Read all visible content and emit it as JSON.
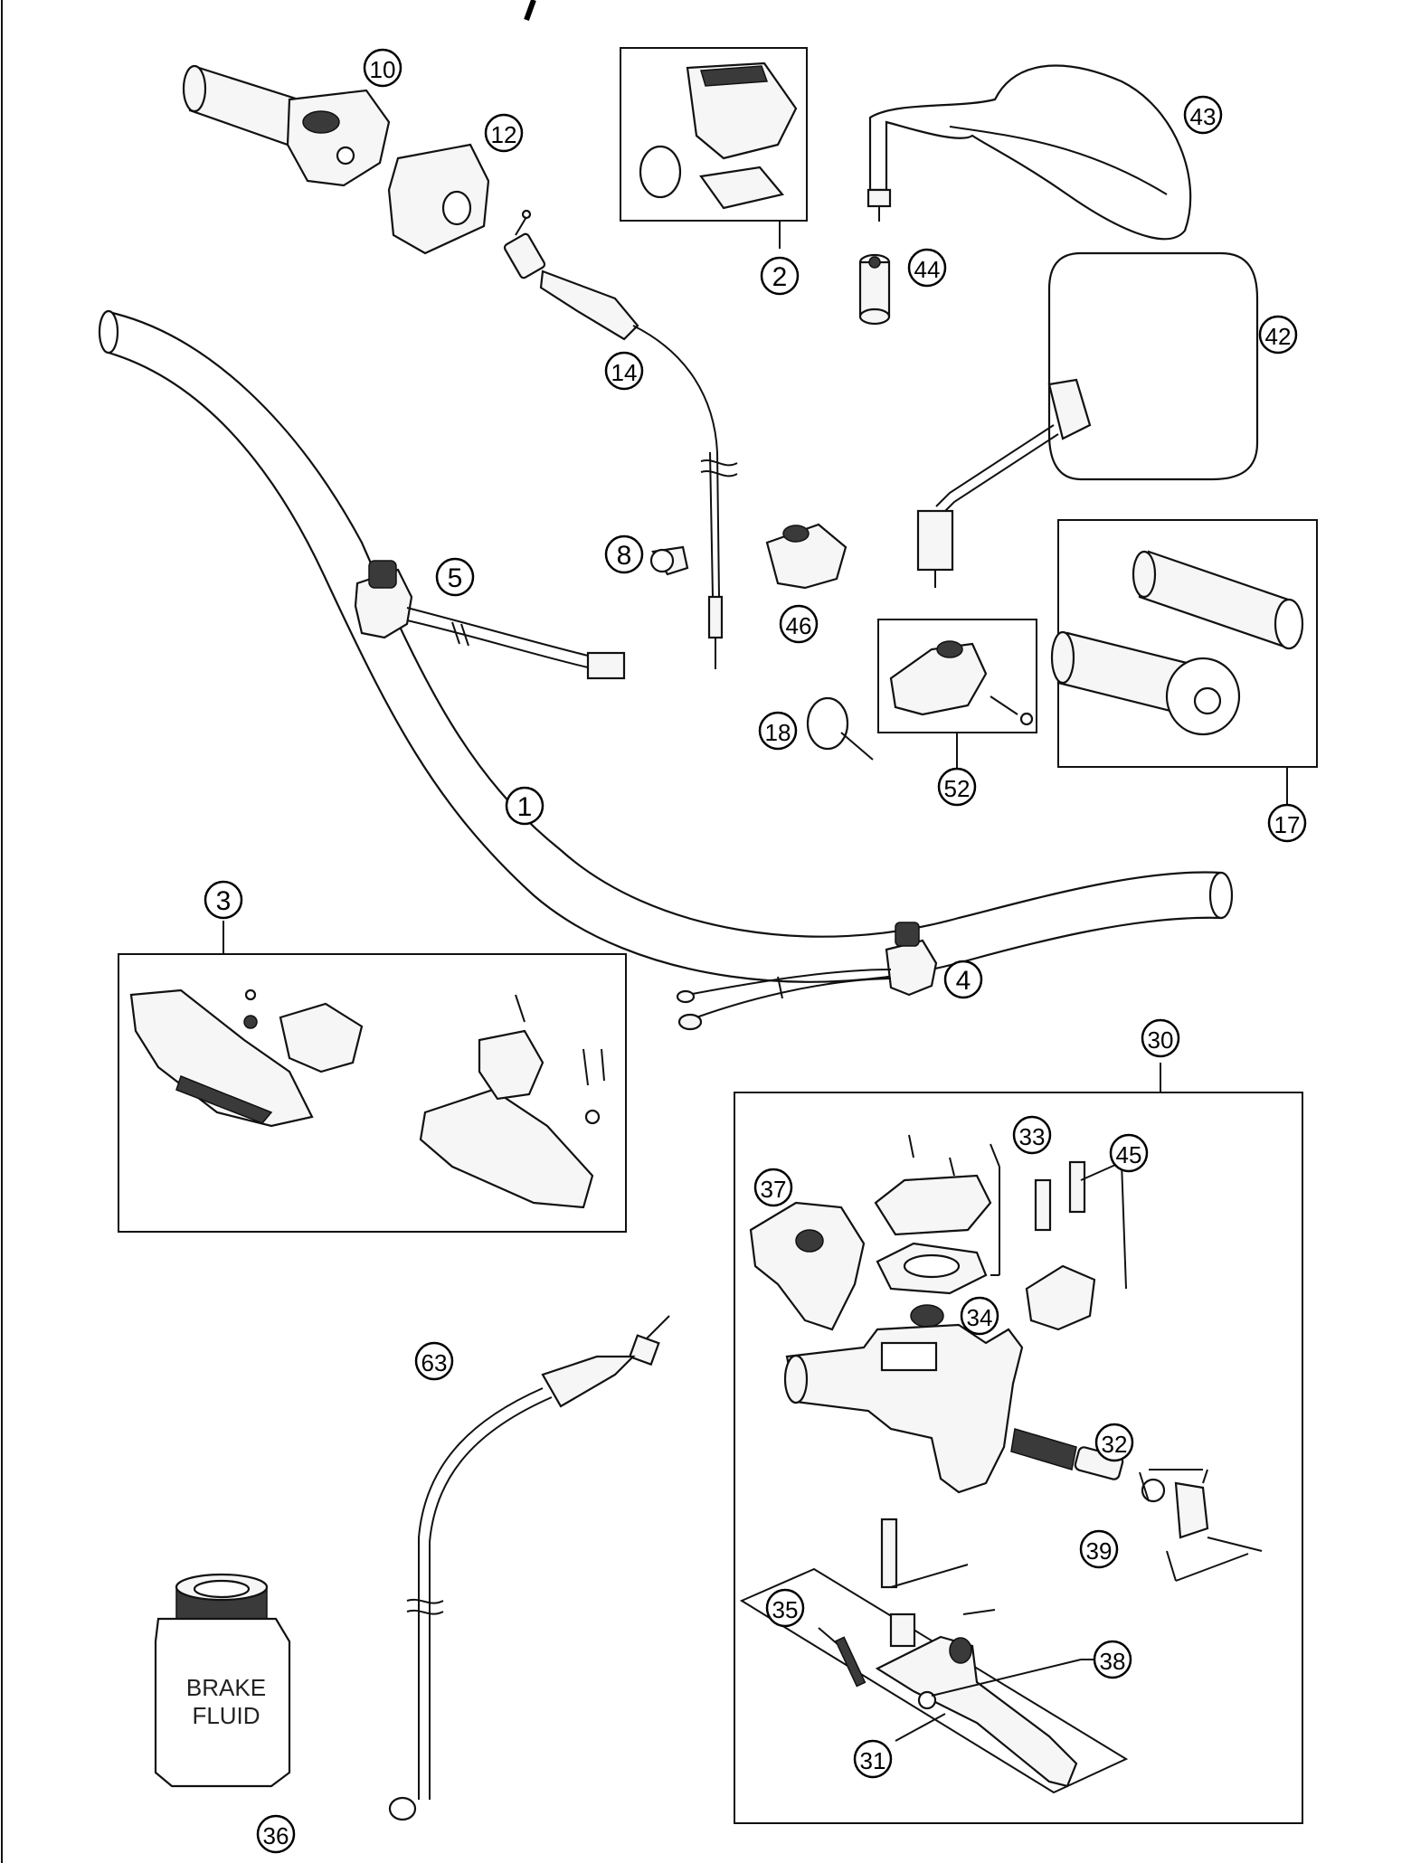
{
  "callouts": [
    {
      "id": "handlebar",
      "number": "1"
    },
    {
      "id": "switch-kit",
      "number": "2"
    },
    {
      "id": "handguard-kit",
      "number": "3"
    },
    {
      "id": "switch-lower",
      "number": "4"
    },
    {
      "id": "switch-upper",
      "number": "5"
    },
    {
      "id": "clip",
      "number": "8"
    },
    {
      "id": "throttle-grip",
      "number": "10"
    },
    {
      "id": "throttle-cover",
      "number": "12"
    },
    {
      "id": "throttle-cable",
      "number": "14"
    },
    {
      "id": "grip-set",
      "number": "17"
    },
    {
      "id": "cable-tie",
      "number": "18"
    },
    {
      "id": "master-cylinder",
      "number": "30"
    },
    {
      "id": "brake-lever",
      "number": "31"
    },
    {
      "id": "piston-kit",
      "number": "32"
    },
    {
      "id": "reservoir-cover",
      "number": "33"
    },
    {
      "id": "sight-glass",
      "number": "34"
    },
    {
      "id": "lever-pin",
      "number": "35"
    },
    {
      "id": "brake-fluid",
      "number": "36"
    },
    {
      "id": "cylinder-cover",
      "number": "37"
    },
    {
      "id": "lever-bushing",
      "number": "38"
    },
    {
      "id": "boot",
      "number": "39"
    },
    {
      "id": "mirror-right",
      "number": "42"
    },
    {
      "id": "mirror-left",
      "number": "43"
    },
    {
      "id": "mirror-adapter",
      "number": "44"
    },
    {
      "id": "clamp-screws",
      "number": "45"
    },
    {
      "id": "clamp",
      "number": "46"
    },
    {
      "id": "clamp-kit",
      "number": "52"
    },
    {
      "id": "brake-line",
      "number": "63"
    }
  ],
  "bottle": {
    "line1": "BRAKE",
    "line2": "FLUID"
  }
}
